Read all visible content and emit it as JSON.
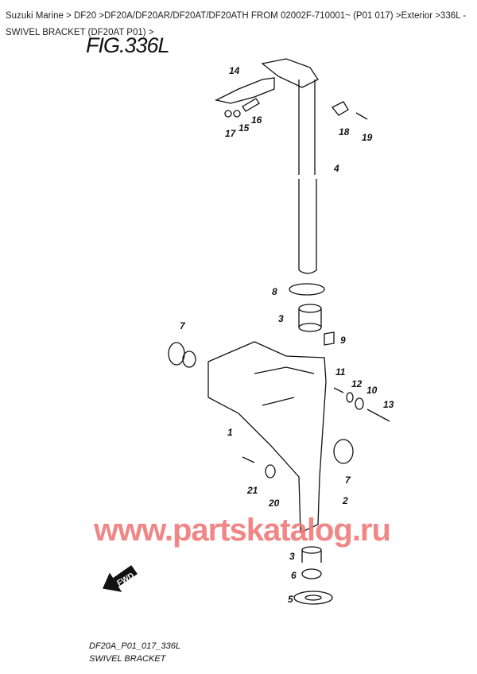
{
  "breadcrumb": "Suzuki Marine > DF20 >DF20A/DF20AR/DF20AT/DF20ATH FROM 02002F-710001~ (P01 017) >Exterior >336L - SWIVEL BRACKET (DF20AT P01) >",
  "figure_title": "FIG.336L",
  "callouts": [
    "14",
    "16",
    "15",
    "17",
    "18",
    "19",
    "4",
    "8",
    "3",
    "9",
    "7",
    "11",
    "12",
    "10",
    "13",
    "1",
    "7",
    "21",
    "20",
    "2",
    "3",
    "6",
    "5"
  ],
  "fwd_label": "FWD",
  "watermark": "www.partskatalog.ru",
  "diagram_code": "DF20A_P01_017_336L",
  "caption": "SWIVEL BRACKET",
  "colors": {
    "watermark": "#f07a7a",
    "line": "#111111"
  }
}
